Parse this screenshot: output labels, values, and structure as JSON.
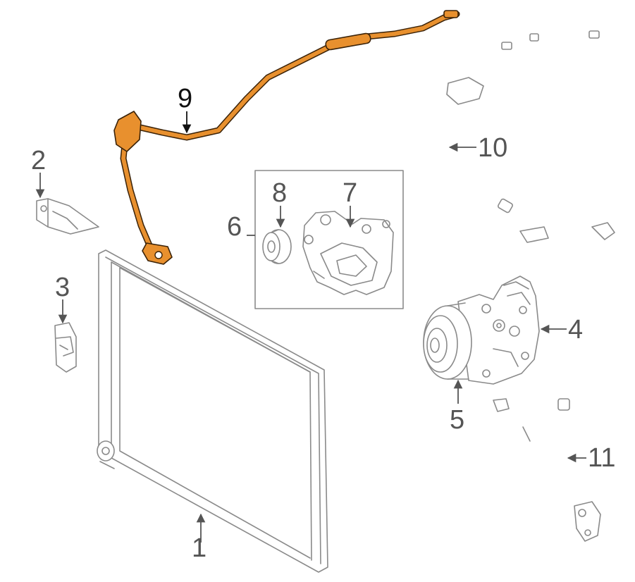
{
  "callouts": {
    "c1": "1",
    "c2": "2",
    "c3": "3",
    "c4": "4",
    "c5": "5",
    "c6": "6",
    "c7": "7",
    "c8": "8",
    "c9": "9",
    "c10": "10",
    "c11": "11"
  },
  "colors": {
    "highlight": "#e8902e",
    "line": "#8a8a8a",
    "text": "#555555"
  },
  "highlighted_part": "9"
}
